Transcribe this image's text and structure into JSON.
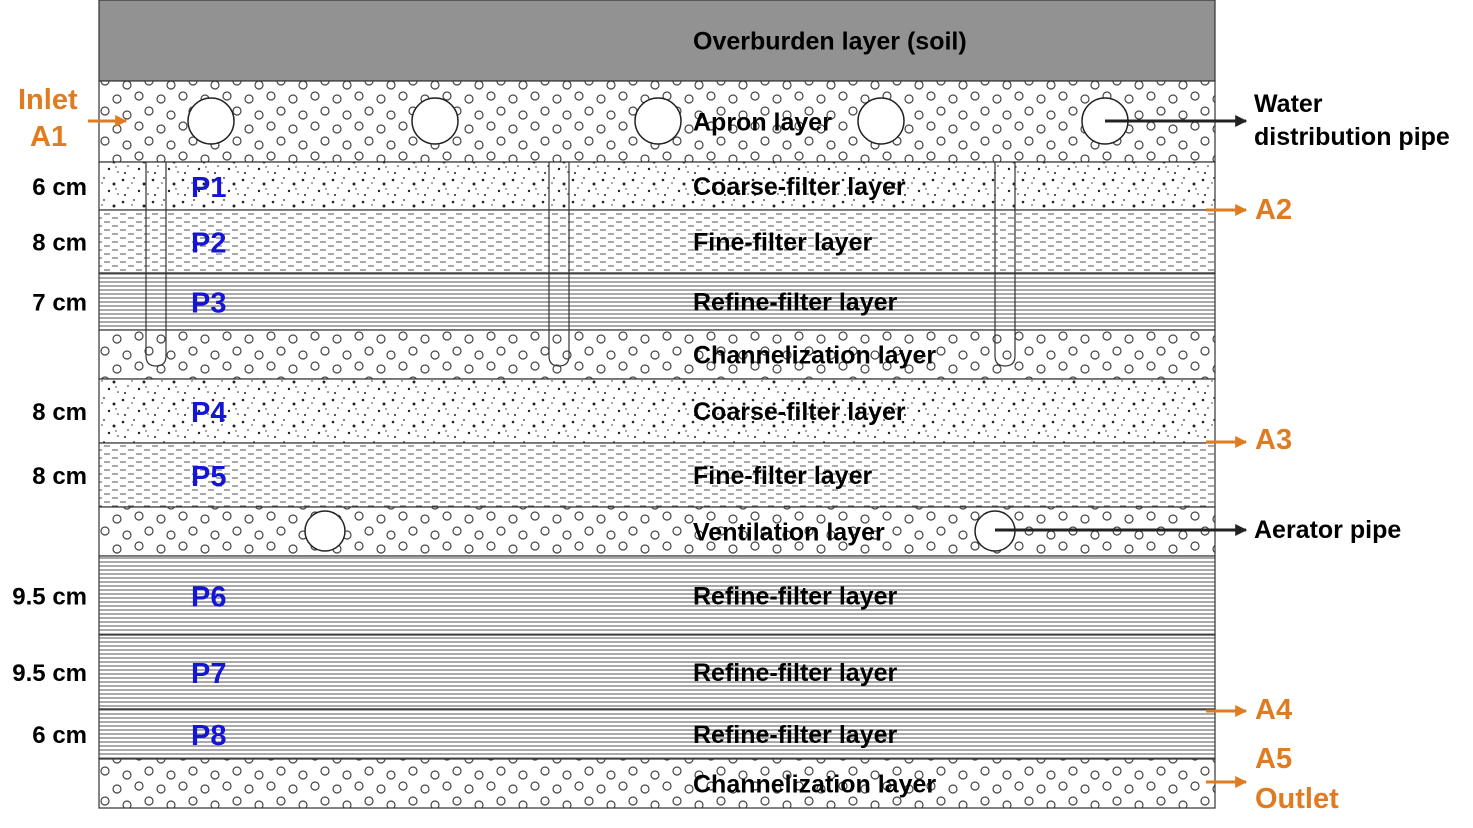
{
  "colors": {
    "overburden": "#929293",
    "sample_label": "#1515d8",
    "sampling_point": "#e07b22",
    "line": "#333333"
  },
  "layers": [
    {
      "name": "Overburden layer (soil)",
      "pattern": "solid-gray",
      "thickness": "",
      "sample": ""
    },
    {
      "name": "Apron layer",
      "pattern": "circles-large-pipes",
      "thickness": "",
      "sample": ""
    },
    {
      "name": "Coarse-filter layer",
      "pattern": "dots",
      "thickness": "6 cm",
      "sample": "P1"
    },
    {
      "name": "Fine-filter layer",
      "pattern": "dashes",
      "thickness": "8 cm",
      "sample": "P2"
    },
    {
      "name": "Refine-filter layer",
      "pattern": "hlines",
      "thickness": "7 cm",
      "sample": "P3"
    },
    {
      "name": "Channelization layer",
      "pattern": "circles",
      "thickness": "",
      "sample": ""
    },
    {
      "name": "Coarse-filter layer",
      "pattern": "dots",
      "thickness": "8 cm",
      "sample": "P4"
    },
    {
      "name": "Fine-filter layer",
      "pattern": "dashes",
      "thickness": "8 cm",
      "sample": "P5"
    },
    {
      "name": "Ventilation layer",
      "pattern": "circles-aerator",
      "thickness": "",
      "sample": ""
    },
    {
      "name": "Refine-filter layer",
      "pattern": "hlines",
      "thickness": "9.5 cm",
      "sample": "P6"
    },
    {
      "name": "Refine-filter layer",
      "pattern": "hlines",
      "thickness": "9.5 cm",
      "sample": "P7"
    },
    {
      "name": "Refine-filter layer",
      "pattern": "hlines",
      "thickness": "6 cm",
      "sample": "P8"
    },
    {
      "name": "Channelization layer",
      "pattern": "circles",
      "thickness": "",
      "sample": ""
    }
  ],
  "sampling_points": {
    "inlet_text": "Inlet",
    "a1": "A1",
    "a2": "A2",
    "a3": "A3",
    "a4": "A4",
    "a5": "A5",
    "outlet_text": "Outlet"
  },
  "callouts": {
    "water_pipe_line1": "Water",
    "water_pipe_line2": "distribution pipe",
    "aerator_pipe": "Aerator pipe"
  }
}
